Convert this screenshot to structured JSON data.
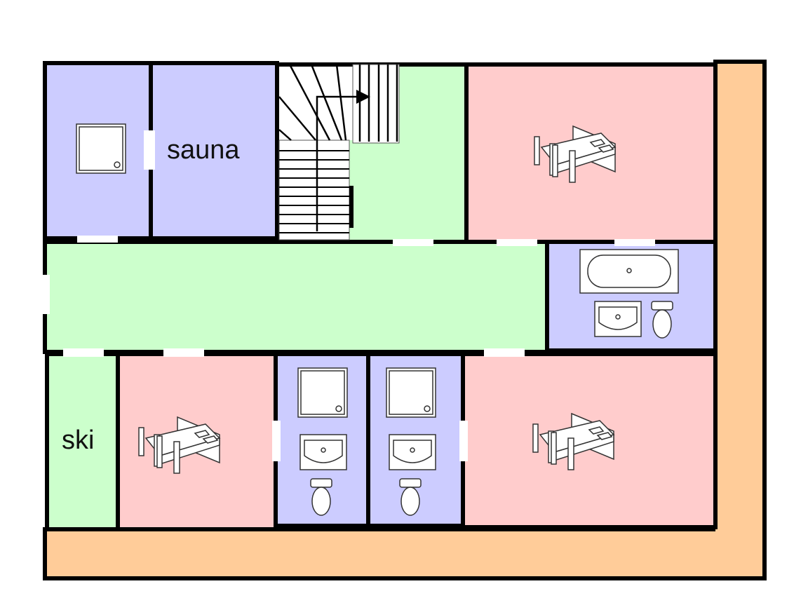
{
  "colors": {
    "wet": "#ccccff",
    "circulation": "#ccffcc",
    "bedroom": "#ffcccc",
    "exterior": "#ffcc99",
    "wall": "#000000"
  },
  "labels": {
    "sauna": "sauna",
    "ski": "ski"
  },
  "rooms": [
    {
      "name": "shower-room",
      "type": "wet"
    },
    {
      "name": "sauna",
      "type": "wet"
    },
    {
      "name": "stair-hall",
      "type": "circulation"
    },
    {
      "name": "bedroom-top-right",
      "type": "bedroom"
    },
    {
      "name": "corridor",
      "type": "circulation"
    },
    {
      "name": "bathroom",
      "type": "wet"
    },
    {
      "name": "ski-room",
      "type": "circulation"
    },
    {
      "name": "bedroom-bottom-left",
      "type": "bedroom"
    },
    {
      "name": "wc-1",
      "type": "wet"
    },
    {
      "name": "wc-2",
      "type": "wet"
    },
    {
      "name": "bedroom-bottom-right",
      "type": "bedroom"
    },
    {
      "name": "terrace",
      "type": "exterior"
    }
  ]
}
